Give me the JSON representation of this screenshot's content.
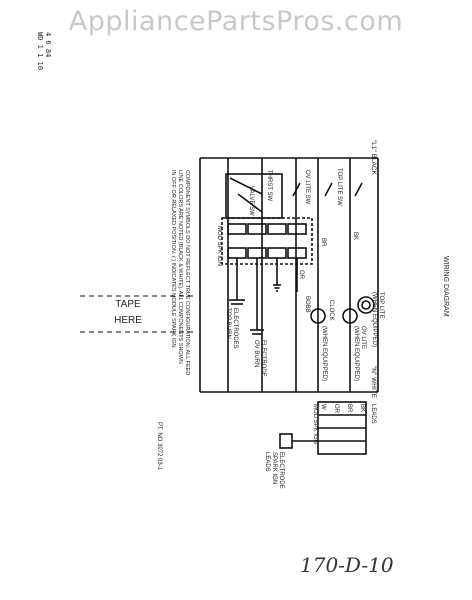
{
  "watermark": "AppliancePartsPros.com",
  "model": {
    "line1": "4 6 84",
    "line2": "WD 1 1 10"
  },
  "diagram_title": "WIRING DIAGRAM",
  "wires": {
    "l1_black": "\"L1\" BLACK",
    "n_white": "\"N\" WHITE",
    "bk": "BK",
    "br": "BR",
    "or": "OR"
  },
  "switches": {
    "top_lite_sw": "TOP LITE SW",
    "ov_lite_sw": "OV LITE SW",
    "therm_sw": "THRST SW",
    "valve_sw": "VALVE SW"
  },
  "components": {
    "top_lite": "TOP LITE",
    "top_lite_sub": "(WHEN EQUIPPED)",
    "ov_lite": "OV LITE",
    "ov_lite_sub": "(WHEN EQUIPPED)",
    "clock": "CLOCK",
    "clock_sub": "(WHEN EQUIPPED)",
    "bobb": "BOBB",
    "mod_spk_ign": "MOD SPK IGN",
    "electrodes_top": "ELECTRODES",
    "electrodes_top_sub": "TOP BURN",
    "electrode_ov": "ELECTRODE",
    "electrode_ov_sub": "OV BURN",
    "electrode_spark": "ELECTRODE",
    "electrode_spark_sub": "SPARK IGN",
    "electrode_spark_sub2": "LEADS"
  },
  "legend": {
    "wires": [
      "BK",
      "BR",
      "OR",
      "W"
    ],
    "sub_label": "MOD SPK IGN",
    "heading": "LEADS"
  },
  "note": {
    "line1": "COMPONENT SYMBOLS DO NOT REFLECT TRUE CONFIGURATION. ALL FEED",
    "line2": "LINE COLORS ARE NOTED (BLACK & WHITE). ALL COMPONENTS SHOWN",
    "line3": "IN OFF OR RELAXED POSITION. (  ) INDICATES MODULE SPARK IGN."
  },
  "tape": {
    "line1": "TAPE",
    "line2": "HERE"
  },
  "part_number": "PT. NO 3072 03-1",
  "handwriting": "170-D-10"
}
